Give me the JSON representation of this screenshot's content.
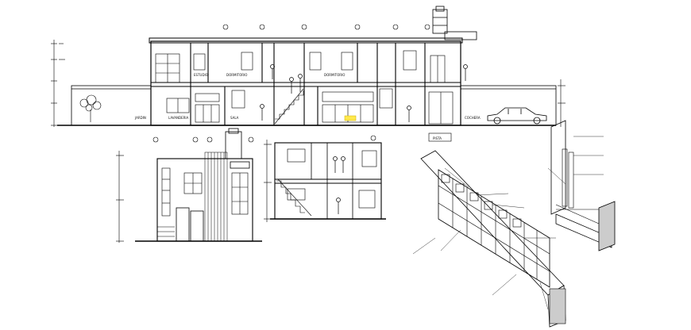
{
  "drawing": {
    "background": "#ffffff",
    "line_color": "#000000",
    "highlight_color": "#ffe84d"
  },
  "main_section": {
    "labels": {
      "bedroom_1": "DORMITORIO",
      "bedroom_2": "DORMITORIO",
      "studio": "ESTUDIO",
      "living": "SALA",
      "kitchen": "LAVANDERIA",
      "garage": "COCHERA",
      "front_yard": "JARDIN",
      "street": "PISTA"
    }
  },
  "icons": [
    "grid-axis-marker-icon",
    "tree-icon",
    "person-figure-icon",
    "car-icon",
    "stair-icon",
    "window-icon"
  ]
}
